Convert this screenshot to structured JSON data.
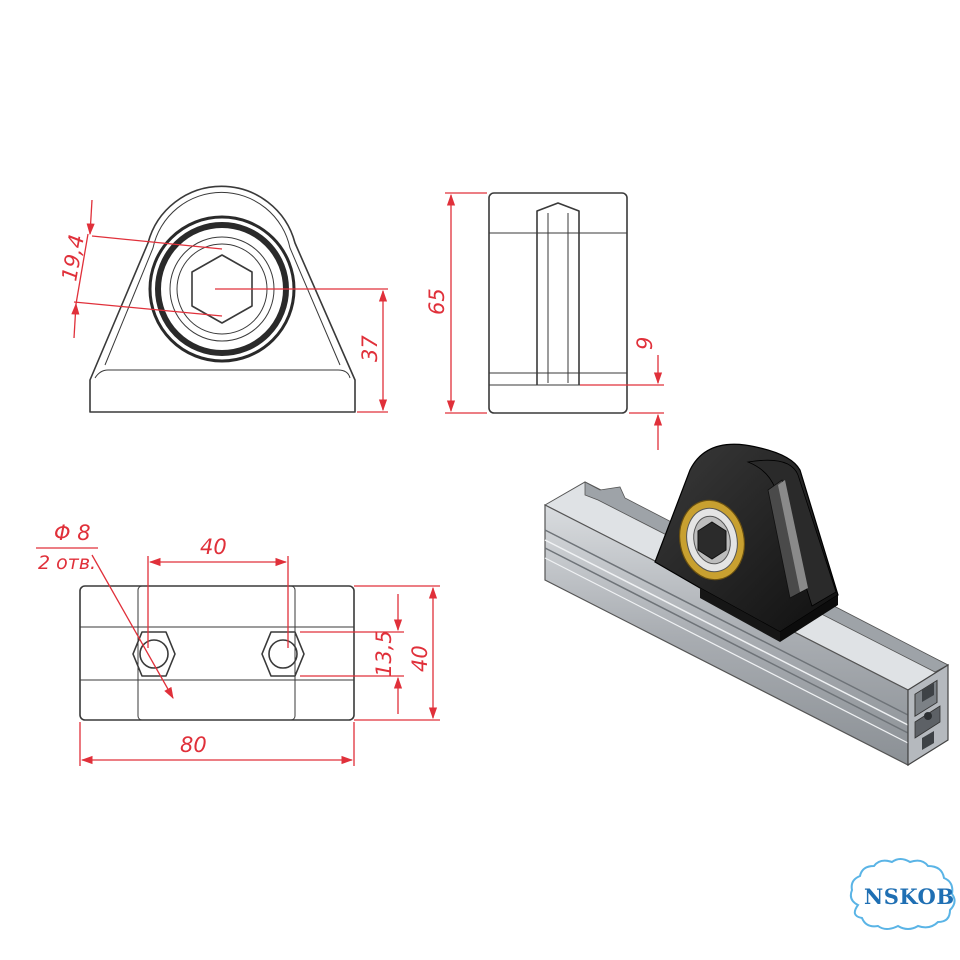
{
  "dimensions": {
    "front_bore": "19,4",
    "front_axis_height": "37",
    "side_height": "65",
    "side_slot": "9",
    "top_hole_dia": "Φ 8",
    "top_hole_note": "2 отв.",
    "top_hole_spacing": "40",
    "top_hole_offset": "13,5",
    "top_width": "40",
    "top_length": "80"
  },
  "logo": {
    "text": "NSKOB"
  },
  "colors": {
    "dimension": "#e0303a",
    "outline": "#3a3a3a",
    "profile": "#b8bcc0",
    "housing": "#1c1c1c",
    "bearing_ring": "#c8a030",
    "logo": "#1f6fb3"
  }
}
